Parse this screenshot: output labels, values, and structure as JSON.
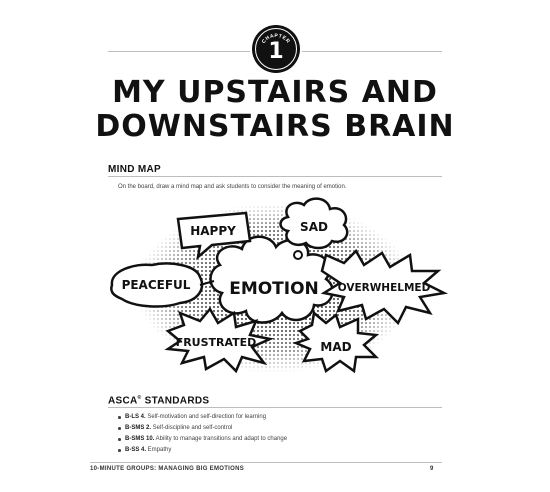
{
  "chapter": {
    "label": "CHAPTER",
    "number": "1"
  },
  "title": {
    "line1": "MY UPSTAIRS AND",
    "line2": "DOWNSTAIRS BRAIN"
  },
  "mind_map": {
    "heading": "MIND MAP",
    "instruction": "On the board, draw a mind map and ask students to consider the meaning of emotion.",
    "center": "EMOTION",
    "nodes": [
      "HAPPY",
      "SAD",
      "PEACEFUL",
      "OVERWHELMED",
      "FRUSTRATED",
      "MAD"
    ]
  },
  "standards": {
    "heading_prefix": "ASCA",
    "heading_reg": "®",
    "heading_suffix": " STANDARDS",
    "items": [
      {
        "code": "B-LS 4.",
        "text": " Self-motivation and self-direction for learning"
      },
      {
        "code": "B-SMS 2.",
        "text": " Self-discipline and self-control"
      },
      {
        "code": "B-SMS 10.",
        "text": " Ability to manage transitions and adapt to change"
      },
      {
        "code": "B-SS 4.",
        "text": " Empathy"
      }
    ]
  },
  "footer": {
    "book_title": "10-MINUTE GROUPS: MANAGING BIG EMOTIONS",
    "page_number": "9"
  }
}
